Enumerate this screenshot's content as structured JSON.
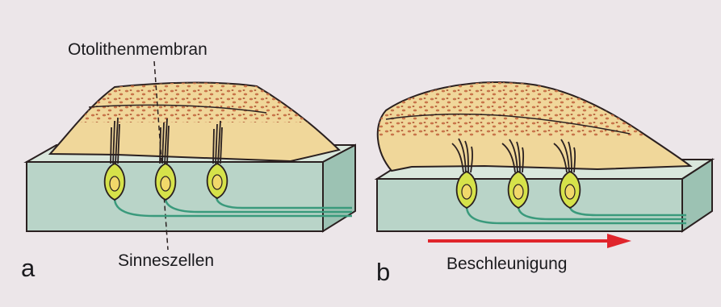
{
  "labels": {
    "membrane": "Otolithenmembran",
    "sensory_cells": "Sinneszellen",
    "acceleration": "Beschleunigung",
    "panel_a": "a",
    "panel_b": "b"
  },
  "colors": {
    "background": "#ece6e9",
    "base_top": "#d9e7dc",
    "base_front": "#b9d4c8",
    "base_side": "#9cc2b3",
    "membrane": "#f0d79a",
    "otoliths": "#c8744a",
    "cell_body": "#d6e24a",
    "cell_nucleus": "#f1d86a",
    "nerve_fiber": "#3a9a7c",
    "hair_bundle": "#2a2020",
    "arrow": "#e0252c",
    "outline": "#2a2020"
  }
}
